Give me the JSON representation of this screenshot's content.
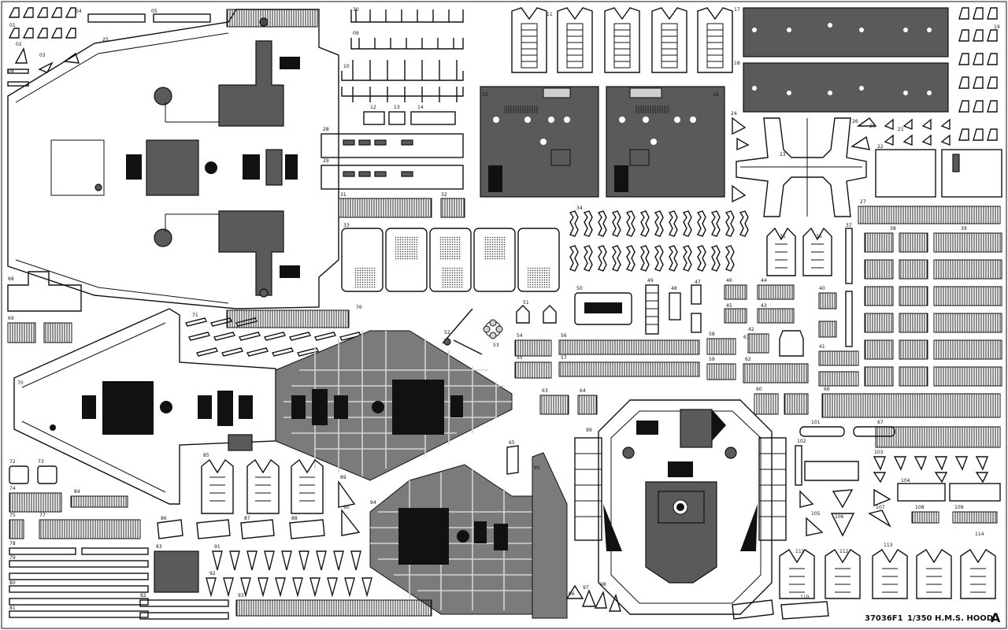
{
  "fret": {
    "product_code": "37036F1",
    "scale_title": "1/350 H.M.S. HOOD",
    "sheet_letter": "A"
  },
  "part_labels": {
    "p01": "01",
    "p02": "02",
    "p03": "03",
    "p04": "04",
    "p05": "05",
    "p08": "08",
    "p09": "09",
    "p10": "10",
    "p11": "11",
    "p12": "12",
    "p13": "13",
    "p14": "14",
    "p15": "15",
    "p16": "16",
    "p17": "17",
    "p18": "18",
    "p19": "19",
    "p20": "20",
    "p21": "21",
    "p22": "22",
    "p23": "23",
    "p24": "24",
    "p25": "25",
    "p26": "26",
    "p27": "27",
    "p28": "28",
    "p29": "29",
    "p30": "30",
    "p31": "31",
    "p32": "32",
    "p33": "33",
    "p34": "34",
    "p35": "35",
    "p36": "36",
    "p37": "37",
    "p38": "38",
    "p39": "39",
    "p40": "40",
    "p41": "41",
    "p42": "42",
    "p43": "43",
    "p44": "44",
    "p45": "45",
    "p46": "46",
    "p47": "47",
    "p48": "48",
    "p49": "49",
    "p50": "50",
    "p51": "51",
    "p52": "52",
    "p53": "53",
    "p54": "54",
    "p55": "55",
    "p56": "56",
    "p57": "57",
    "p58": "58",
    "p59": "59",
    "p60": "60",
    "p61": "61",
    "p62": "62",
    "p63": "63",
    "p64": "64",
    "p65": "65",
    "p66": "66",
    "p67": "67",
    "p68": "68",
    "p69": "69",
    "p70": "70",
    "p71": "71",
    "p72": "72",
    "p73": "73",
    "p74": "74",
    "p75": "75",
    "p76": "76",
    "p77": "77",
    "p78": "78",
    "p79": "79",
    "p80": "80",
    "p81": "81",
    "p82": "82",
    "p83": "83",
    "p84": "84",
    "p85": "85",
    "p86": "86",
    "p87": "87",
    "p88": "88",
    "p89": "89",
    "p90": "90",
    "p91": "91",
    "p92": "92",
    "p93": "93",
    "p94": "94",
    "p95": "95",
    "p96": "96",
    "p97": "97",
    "p98": "98",
    "p99": "99",
    "p101": "101",
    "p102": "102",
    "p103": "103",
    "p104": "104",
    "p105": "105",
    "p106": "106",
    "p107": "107",
    "p108": "108",
    "p109": "109",
    "p110": "110",
    "p111": "111",
    "p112": "112",
    "p113": "113",
    "p114": "114"
  }
}
